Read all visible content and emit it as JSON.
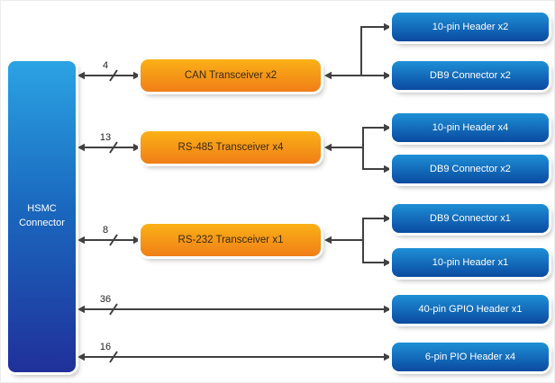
{
  "colors": {
    "background": "#FFFFFF",
    "arrow": "#404040",
    "hsmc_top": "#2BA3E3",
    "hsmc_mid": "#1A67BE",
    "hsmc_bottom": "#20309B",
    "orange_top": "#FBB117",
    "orange_bottom": "#F07E17",
    "blue_top": "#1E8FD6",
    "blue_bottom": "#0A4AA0",
    "text_dark": "#3A2A10",
    "text_light": "#FFFFFF"
  },
  "hsmc": {
    "label": "HSMC Connector"
  },
  "transceivers": [
    {
      "label": "CAN Transceiver x2",
      "bus_width": "4"
    },
    {
      "label": "RS-485 Transceiver x4",
      "bus_width": "13"
    },
    {
      "label": "RS-232 Transceiver x1",
      "bus_width": "8"
    }
  ],
  "connectors": [
    {
      "label": "10-pin Header x2"
    },
    {
      "label": "DB9 Connector x2"
    },
    {
      "label": "10-pin Header x4"
    },
    {
      "label": "DB9 Connector x2"
    },
    {
      "label": "DB9 Connector x1"
    },
    {
      "label": "10-pin Header x1"
    },
    {
      "label": "40-pin GPIO Header x1"
    },
    {
      "label": "6-pin PIO Header x4"
    }
  ],
  "direct_buses": [
    {
      "bus_width": "36"
    },
    {
      "bus_width": "16"
    }
  ]
}
